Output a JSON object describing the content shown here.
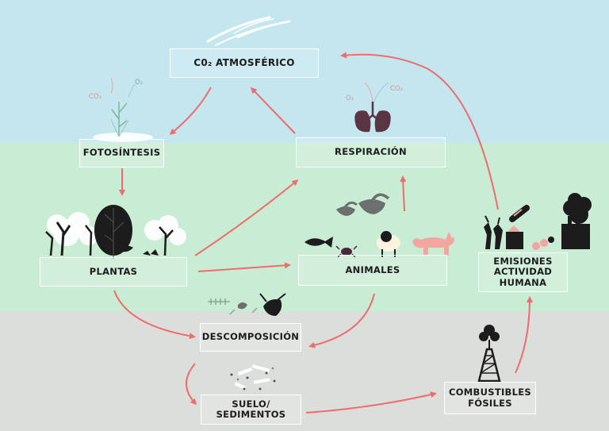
{
  "nodes": {
    "co2_atmosferico": "C0₂ ATMOSFÉRICO",
    "fotosintesis": "FOTOSÍNTESIS",
    "respiracion": "RESPIRACIÓN",
    "plantas": "PLANTAS",
    "animales": "ANIMALES",
    "emisiones": "EMISIONES\nACTIVIDAD\nHUMANA",
    "descomposicion": "DESCOMPOSICIÓN",
    "suelo": "SUELO/\nSEDIMENTOS",
    "combustibles": "COMBUSTIBLES\nFÓSILES"
  },
  "gas_labels": {
    "photo_co2": "CO₂",
    "photo_o2": "O₂",
    "resp_o2": "O₂",
    "resp_co2": "CO₂"
  },
  "colors": {
    "sky": "#c4e6ef",
    "land": "#c8ecd4",
    "ground": "#dcdedb",
    "arrow": "#f06b6b",
    "silhouette": "#1c1c1c"
  },
  "icons": [
    "clouds-icon",
    "seedling-icon",
    "lungs-icon",
    "trees-icon",
    "birds-icon",
    "fish-icon",
    "crab-icon",
    "sheep-icon",
    "fox-icon",
    "factory-icon",
    "remains-icon",
    "soil-particles-icon",
    "oil-derrick-icon"
  ]
}
